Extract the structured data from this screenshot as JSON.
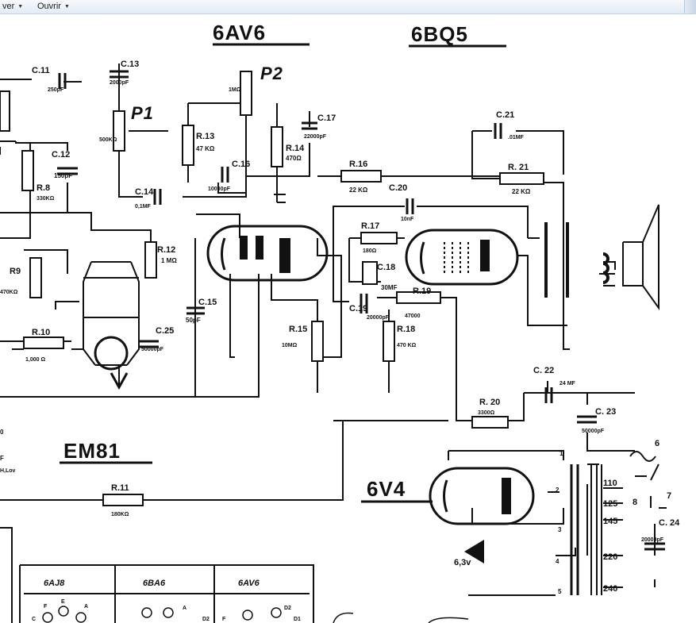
{
  "toolbar": {
    "item_1_label": "ver",
    "item_2_label": "Ouvrir"
  },
  "schematic": {
    "tubes": {
      "t6av6": "6AV6",
      "t6bq5": "6BQ5",
      "em81": "EM81",
      "t6v4": "6V4"
    },
    "pots": {
      "p1": "P1",
      "p2": "P2"
    },
    "components": {
      "c11": "C.11",
      "c11_val": "250pF",
      "c13": "C.13",
      "c13_val": "2000pF",
      "p1_val": "500KΩ",
      "p2_val": "1MΩ",
      "r13": "R.13",
      "r13_val": "47 KΩ",
      "c17": "C.17",
      "c17_val": "22000pF",
      "c21": "C.21",
      "c21_val": ".01MF",
      "c12": "C.12",
      "c12_val": "150pF",
      "r8": "R.8",
      "r8_val": "330KΩ",
      "r14": "R.14",
      "r14_val": "470Ω",
      "c16": "C.16",
      "c16_val": "10000pF",
      "r16": "R.16",
      "r16_val": "22 KΩ",
      "r21": "R. 21",
      "r21_val": "22 KΩ",
      "c14": "C.14",
      "c14_val": "0,1MF",
      "c20": "C.20",
      "c20_val": "10nF",
      "r17": "R.17",
      "r17_val": "180Ω",
      "r12": "R.12",
      "r12_val": "1 MΩ",
      "c18": "C.18",
      "c18_val": "30MF",
      "r9": "R9",
      "r9_val": "470KΩ",
      "c15": "C.15",
      "c15_val": "50pF",
      "c19": "C.19",
      "c19_val": "20000pF",
      "r19": "R.19",
      "r19_val": "47000",
      "r10": "R.10",
      "r10_val": "1,000 Ω",
      "c25": "C.25",
      "c25_val": "50000pF",
      "r15": "R.15",
      "r15_val": "10MΩ",
      "r18": "R.18",
      "r18_val": "470 KΩ",
      "c22": "C. 22",
      "c22_val": "24 MF",
      "r20": "R. 20",
      "r20_val": "3300Ω",
      "c23": "C. 23",
      "c23_val": "50000pF",
      "r11": "R.11",
      "r11_val": "180KΩ",
      "c24": "C. 24",
      "c24_val": "20000pF"
    },
    "transformer": {
      "pin_1": "1",
      "pin_2": "2",
      "pin_3": "3",
      "pin_4": "4",
      "pin_5": "5",
      "tap_110": "110",
      "tap_125": "125",
      "tap_145": "145",
      "tap_220": "220",
      "tap_240": "240",
      "switch_6": "6",
      "switch_7": "7",
      "switch_8": "8",
      "heater": "6,3v"
    },
    "left_edge": {
      "digit": "0",
      "f": "F",
      "lov": "H,Lov"
    },
    "pinout_table": {
      "headers": [
        "6AJ8",
        "6BA6",
        "6AV6"
      ],
      "pins_6aj8": [
        "F",
        "E",
        "C",
        "A"
      ],
      "pins_6ba6": [
        "A"
      ],
      "pins_6av6": [
        "F",
        "D2",
        "D2",
        "D1"
      ]
    }
  }
}
